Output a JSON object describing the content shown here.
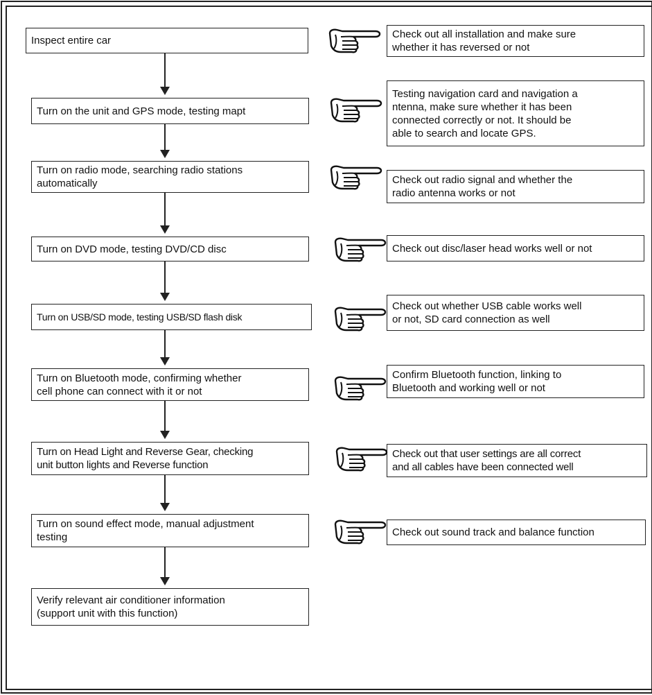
{
  "steps": [
    {
      "text": "Inspect entire car"
    },
    {
      "text": "Turn on the unit and GPS mode, testing mapt"
    },
    {
      "text": "Turn on radio mode, searching radio stations\nautomatically"
    },
    {
      "text": "Turn on DVD mode, testing DVD/CD disc"
    },
    {
      "text": "Turn on USB/SD mode, testing USB/SD flash disk"
    },
    {
      "text": "Turn on Bluetooth mode, confirming whether\ncell phone can connect with it or not"
    },
    {
      "text": "Turn on Head Light and Reverse Gear, checking\nunit button lights and Reverse function"
    },
    {
      "text": "Turn on sound effect mode, manual adjustment\ntesting"
    },
    {
      "text": "Verify relevant air conditioner information\n(support unit with this function)"
    }
  ],
  "notes": [
    {
      "text": "Check out all installation and make sure\nwhether it has reversed or not"
    },
    {
      "text": "Testing navigation card and navigation a\nntenna, make sure whether it has been\nconnected correctly or not. It should be\n able to search and locate GPS."
    },
    {
      "text": "Check out radio signal and whether the\nradio antenna works or not"
    },
    {
      "text": "Check out disc/laser head works well or not"
    },
    {
      "text": "Check out whether USB cable works well\nor not, SD card connection as well"
    },
    {
      "text": "Confirm Bluetooth function, linking to\nBluetooth and working well or not"
    },
    {
      "text": "Check out that user settings are all correct\nand all cables have been connected well"
    },
    {
      "text": "Check out sound track and balance function"
    }
  ],
  "icons": {
    "pointer": "pointing-hand-icon",
    "connector": "down-arrow-icon"
  }
}
